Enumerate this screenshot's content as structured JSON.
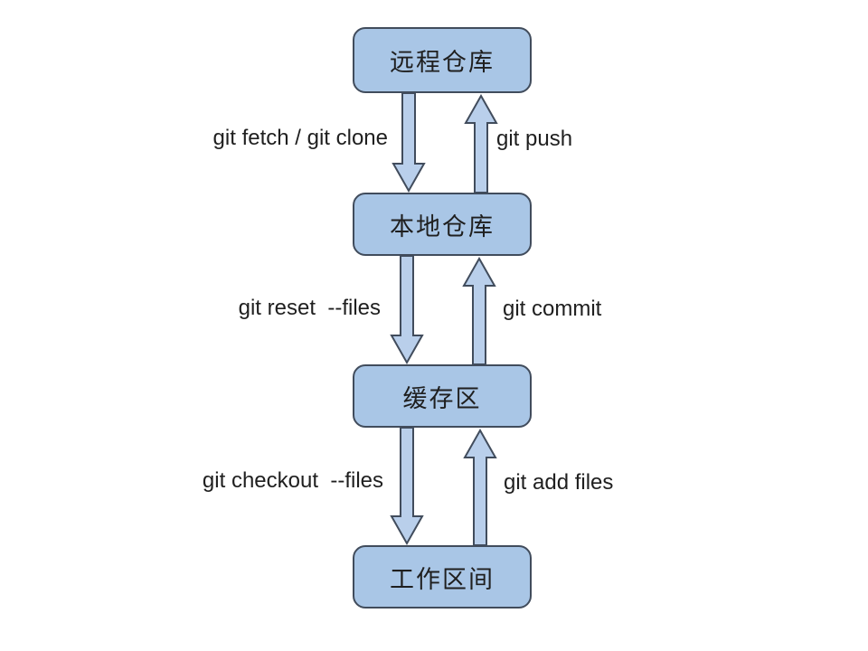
{
  "diagram": {
    "title": "git-workflow-diagram",
    "nodes": [
      {
        "id": "remote-repo",
        "label": "远程仓库"
      },
      {
        "id": "local-repo",
        "label": "本地仓库"
      },
      {
        "id": "staging-area",
        "label": "缓存区"
      },
      {
        "id": "working-dir",
        "label": "工作区间"
      }
    ],
    "edges": [
      {
        "from": "remote-repo",
        "to": "local-repo",
        "direction": "down",
        "label": "git fetch / git clone"
      },
      {
        "from": "local-repo",
        "to": "remote-repo",
        "direction": "up",
        "label": "git push"
      },
      {
        "from": "local-repo",
        "to": "staging-area",
        "direction": "down",
        "label": "git reset  --files"
      },
      {
        "from": "staging-area",
        "to": "local-repo",
        "direction": "up",
        "label": "git commit"
      },
      {
        "from": "staging-area",
        "to": "working-dir",
        "direction": "down",
        "label": "git checkout  --files"
      },
      {
        "from": "working-dir",
        "to": "staging-area",
        "direction": "up",
        "label": "git add files"
      }
    ]
  },
  "colors": {
    "background": "#ffffff",
    "node_fill": "#a9c6e6",
    "node_border": "#414c5c",
    "arrow_fill": "#b9cfeb",
    "arrow_border": "#414c5c",
    "text": "#1f1f1f"
  }
}
